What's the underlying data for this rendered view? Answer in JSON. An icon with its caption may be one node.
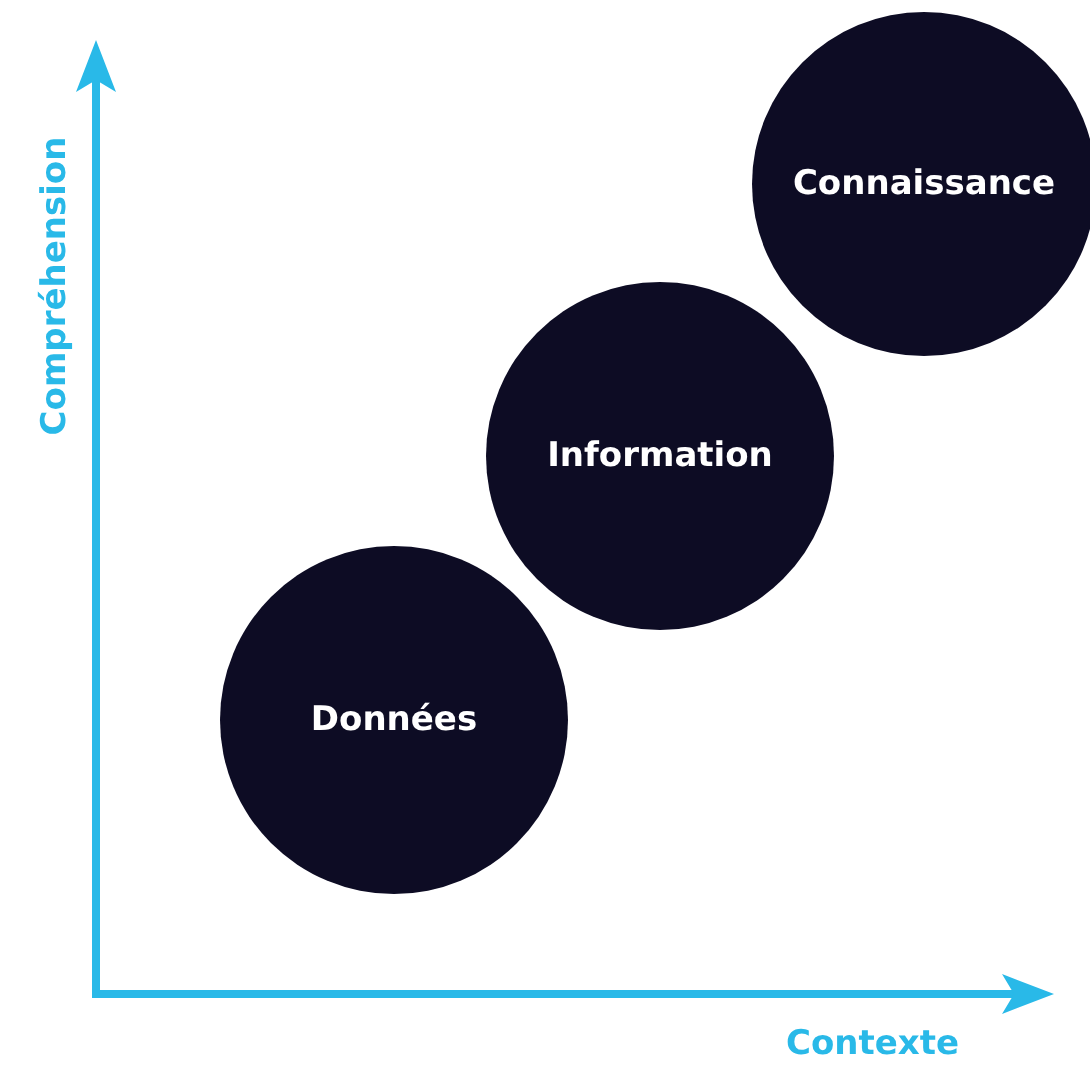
{
  "diagram": {
    "nodes": [
      {
        "text": [
          "Données"
        ]
      },
      {
        "text": [
          "Information"
        ]
      },
      {
        "text": [
          "Connaissance"
        ]
      }
    ],
    "labels": [
      "Compréhension",
      "Contexte"
    ]
  }
}
